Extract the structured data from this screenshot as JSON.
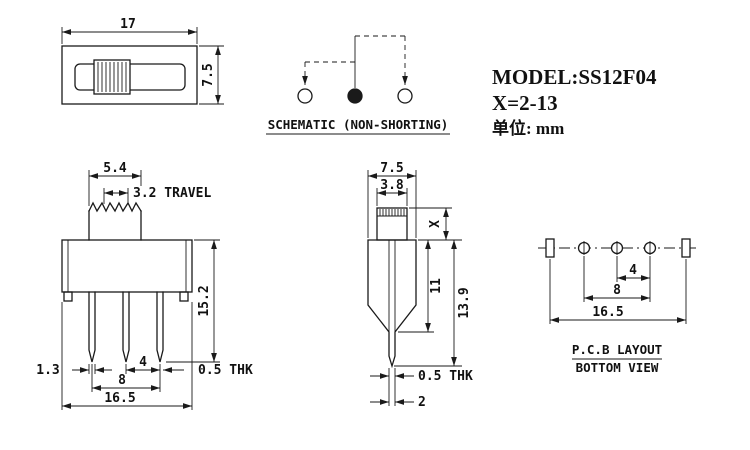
{
  "meta": {
    "line_color": "#1a1a1a",
    "background": "#ffffff"
  },
  "title_block": {
    "model": "MODEL:SS12F04",
    "x_range": "X=2-13",
    "unit_label": "单位: mm"
  },
  "schematic": {
    "caption": "SCHEMATIC (NON-SHORTING)"
  },
  "top_view": {
    "dim_width": "17",
    "dim_height": "7.5"
  },
  "front_view": {
    "dim_knob_width": "5.4",
    "dim_travel": "3.2 TRAVEL",
    "dim_height": "15.2",
    "dim_pin_width": "1.3",
    "dim_pin_pitch": "4",
    "dim_pin_span": "8",
    "dim_base_width": "16.5",
    "dim_thickness": "0.5 THK"
  },
  "side_view": {
    "dim_base_depth": "7.5",
    "dim_knob_depth": "3.8",
    "dim_knob_height": "X",
    "dim_body_height": "11",
    "dim_total_height": "13.9",
    "dim_thickness": "0.5 THK",
    "dim_pin_width": "2"
  },
  "pcb_view": {
    "dim_hole_pitch": "4",
    "dim_hole_span": "8",
    "dim_slot_span": "16.5",
    "caption_line1": "P.C.B LAYOUT",
    "caption_line2": "BOTTOM VIEW"
  }
}
